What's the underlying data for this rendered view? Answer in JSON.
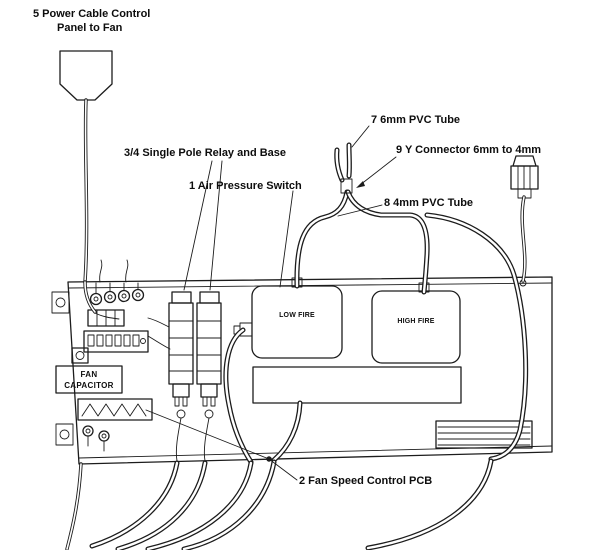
{
  "figure": {
    "description": "Line diagram of fan / burner control panel showing tubing and wiring connections",
    "background_color": "#ffffff",
    "line_color": "#1c1c1c"
  },
  "callouts": {
    "power_cable": {
      "line1": "5  Power Cable Control",
      "line2": "Panel to Fan"
    },
    "relay": {
      "text": "3/4  Single Pole Relay and Base"
    },
    "air_pressure_switch": {
      "text": "1  Air Pressure Switch"
    },
    "pvc_tube_6mm": {
      "text": "7  6mm PVC Tube"
    },
    "y_connector": {
      "text": "9  Y Connector 6mm to 4mm"
    },
    "pvc_tube_4mm": {
      "text": "8  4mm PVC Tube"
    },
    "fan_speed_pcb": {
      "text": "2  Fan Speed Control PCB"
    }
  },
  "panel_labels": {
    "fan_capacitor_line1": "FAN",
    "fan_capacitor_line2": "CAPACITOR",
    "low_fire": "LOW FIRE",
    "high_fire": "HIGH FIRE"
  }
}
